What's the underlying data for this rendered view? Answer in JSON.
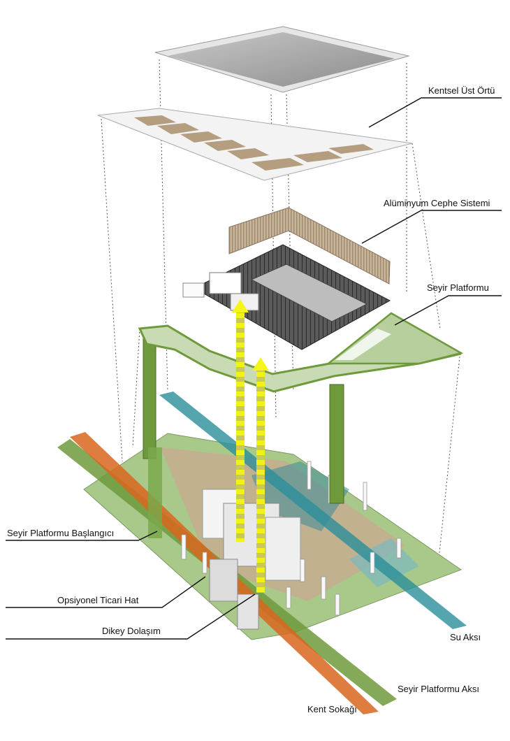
{
  "labels": {
    "urban_roof": "Kentsel Üst Örtü",
    "aluminum_facade": "Alüminyum Cephe Sistemi",
    "viewing_platform": "Seyir Platformu",
    "platform_start": "Seyir Platformu Başlangıcı",
    "commercial_line": "Opsiyonel Ticari Hat",
    "vertical_circulation": "Dikey Dolaşım",
    "water_axis": "Su Aksı",
    "platform_axis": "Seyir Platformu Aksı",
    "city_street": "Kent Sokağı"
  },
  "colors": {
    "platform_green": "#6f9a3c",
    "ground_green": "#a8c98a",
    "street_orange": "#d9661f",
    "water_teal": "#2a8f9a",
    "circulation_yellow": "#f2f21a",
    "facade_brown": "#b59e80",
    "roof_grey": "#9a9a9a"
  }
}
